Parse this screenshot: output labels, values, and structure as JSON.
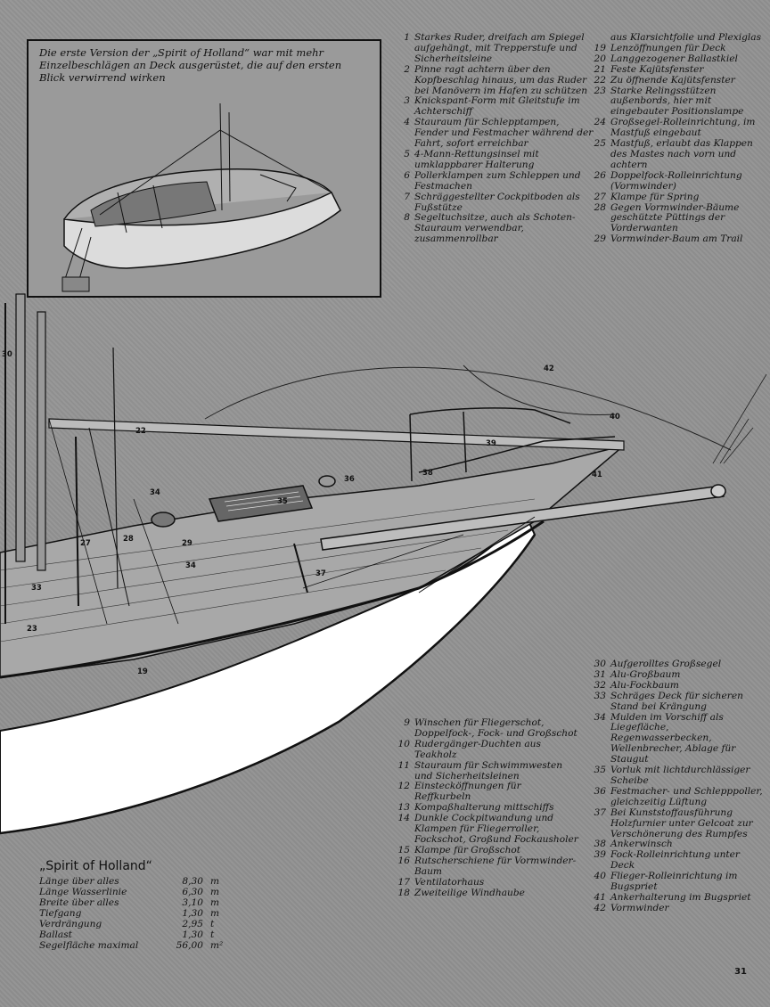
{
  "inset": {
    "caption": "Die erste Version der „Spirit of Holland“ war mit mehr Einzelbeschlägen an Deck ausgerüstet, die auf den ersten Blick verwirrend wirken"
  },
  "legend_a": [
    {
      "num": "1",
      "text": "Starkes Ruder, dreifach am Spiegel aufgehängt, mit Trepperstufe und Sicherheitsleine"
    },
    {
      "num": "2",
      "text": "Pinne ragt achtern über den Kopfbeschlag hinaus, um das Ruder bei Manövern im Hafen zu schützen"
    },
    {
      "num": "3",
      "text": "Knickspant-Form mit Gleitstufe im Achterschiff"
    },
    {
      "num": "4",
      "text": "Stauraum für Schlepptampen, Fender und Festmacher während der Fahrt, sofort erreichbar"
    },
    {
      "num": "5",
      "text": "4-Mann-Rettungsinsel mit umklappbarer Halterung"
    },
    {
      "num": "6",
      "text": "Pollerklampen zum Schleppen und Festmachen"
    },
    {
      "num": "7",
      "text": "Schräggestellter Cockpitboden als Fußstütze"
    },
    {
      "num": "8",
      "text": "Segeltuchsitze, auch als Schoten-Stauraum verwendbar, zusammenrollbar"
    }
  ],
  "legend_b": [
    {
      "num": "",
      "text": "aus Klarsichtfolie und Plexiglas"
    },
    {
      "num": "19",
      "text": "Lenzöffnungen für Deck"
    },
    {
      "num": "20",
      "text": "Langgezogener Ballastkiel"
    },
    {
      "num": "21",
      "text": "Feste Kajütsfenster"
    },
    {
      "num": "22",
      "text": "Zu öffnende Kajütsfenster"
    },
    {
      "num": "23",
      "text": "Starke Relingsstützen außenbords, hier mit eingebauter Positionslampe"
    },
    {
      "num": "24",
      "text": "Großsegel-Rolleinrichtung, im Mastfuß eingebaut"
    },
    {
      "num": "25",
      "text": "Mastfuß, erlaubt das Klappen des Mastes nach vorn und achtern"
    },
    {
      "num": "26",
      "text": "Doppelfock-Rolleinrichtung (Vormwinder)"
    },
    {
      "num": "27",
      "text": "Klampe für Spring"
    },
    {
      "num": "28",
      "text": "Gegen Vormwinder-Bäume geschützte Püttings der Vorderwanten"
    },
    {
      "num": "29",
      "text": "Vormwinder-Baum am Trail"
    }
  ],
  "legend_c": [
    {
      "num": "9",
      "text": "Winschen für Fliegerschot, Doppelfock-, Fock- und Großschot"
    },
    {
      "num": "10",
      "text": "Rudergänger-Duchten aus Teakholz"
    },
    {
      "num": "11",
      "text": "Stauraum für Schwimmwesten und Sicherheitsleinen"
    },
    {
      "num": "12",
      "text": "Einstecköffnungen für Reffkurbeln"
    },
    {
      "num": "13",
      "text": "Kompaßhalterung mittschiffs"
    },
    {
      "num": "14",
      "text": "Dunkle Cockpitwandung und Klampen für Fliegerroller, Fockschot, Großund Fockausholer"
    },
    {
      "num": "15",
      "text": "Klampe für Großschot"
    },
    {
      "num": "16",
      "text": "Rutscherschiene für Vormwinder-Baum"
    },
    {
      "num": "17",
      "text": "Ventilatorhaus"
    },
    {
      "num": "18",
      "text": "Zweiteilige Windhaube"
    }
  ],
  "legend_d": [
    {
      "num": "30",
      "text": "Aufgerolltes Großsegel"
    },
    {
      "num": "31",
      "text": "Alu-Großbaum"
    },
    {
      "num": "32",
      "text": "Alu-Fockbaum"
    },
    {
      "num": "33",
      "text": "Schräges Deck für sicheren Stand bei Krängung"
    },
    {
      "num": "34",
      "text": "Mulden im Vorschiff als Liegefläche, Regenwasserbecken, Wellenbrecher, Ablage für Staugut"
    },
    {
      "num": "35",
      "text": "Vorluk mit lichtdurchlässiger Scheibe"
    },
    {
      "num": "36",
      "text": "Festmacher- und Schlepppoller, gleichzeitig Lüftung"
    },
    {
      "num": "37",
      "text": "Bei Kunststoffausführung Holzfurnier unter Gelcoat zur Verschönerung des Rumpfes"
    },
    {
      "num": "38",
      "text": "Ankerwinsch"
    },
    {
      "num": "39",
      "text": "Fock-Rolleinrichtung unter Deck"
    },
    {
      "num": "40",
      "text": "Flieger-Rolleinrichtung im Bugspriet"
    },
    {
      "num": "41",
      "text": "Ankerhalterung im Bugspriet"
    },
    {
      "num": "42",
      "text": "Vormwinder"
    }
  ],
  "specs": {
    "title": "„Spirit of Holland“",
    "rows": [
      {
        "label": "Länge über alles",
        "value": "8,30",
        "unit": "m"
      },
      {
        "label": "Länge Wasserlinie",
        "value": "6,30",
        "unit": "m"
      },
      {
        "label": "Breite über alles",
        "value": "3,10",
        "unit": "m"
      },
      {
        "label": "Tiefgang",
        "value": "1,30",
        "unit": "m"
      },
      {
        "label": "Verdrängung",
        "value": "2,95",
        "unit": "t"
      },
      {
        "label": "Ballast",
        "value": "1,30",
        "unit": "t"
      },
      {
        "label": "Segelfläche maximal",
        "value": "56,00",
        "unit": "m²"
      }
    ]
  },
  "callouts": [
    "30",
    "42",
    "40",
    "22",
    "39",
    "38",
    "36",
    "41",
    "34",
    "35",
    "28",
    "29",
    "27",
    "34",
    "37",
    "33",
    "23",
    "19"
  ],
  "page_number": "31"
}
